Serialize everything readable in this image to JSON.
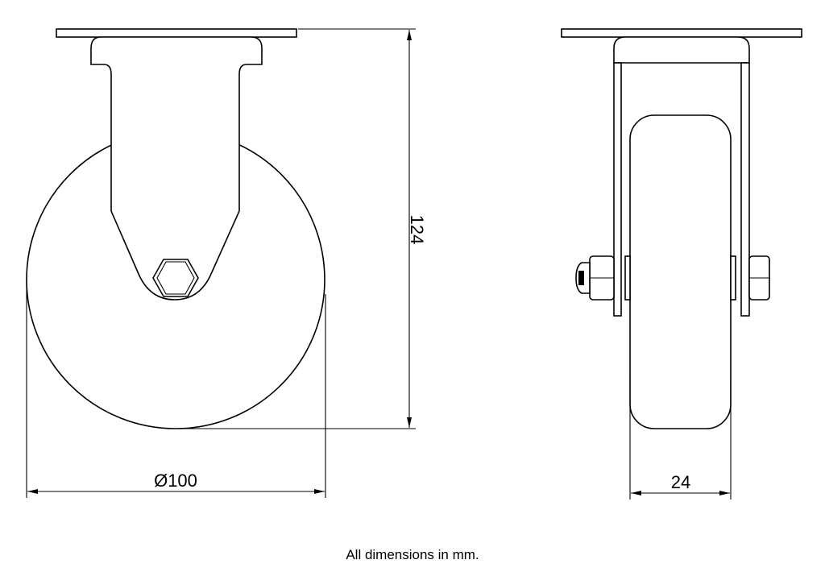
{
  "dimensions": {
    "height_label": "124",
    "diameter_label": "Ø100",
    "width_label": "24"
  },
  "footer": {
    "note": "All dimensions in mm."
  },
  "colors": {
    "line": "#000000",
    "background": "#ffffff"
  }
}
